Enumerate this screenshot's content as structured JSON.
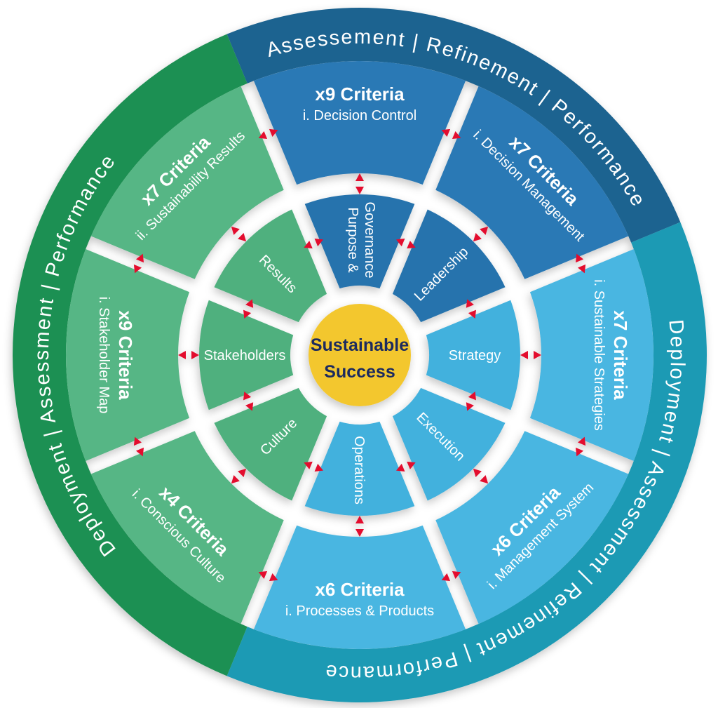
{
  "diagram_title": "Sustainable Success framework wheel",
  "center": {
    "line1": "Sustainable",
    "line2": "Success",
    "bg_color": "#f3c72f",
    "text_color": "#1c2b5e"
  },
  "colors": {
    "outer_blue": "#1d6390",
    "outer_teal": "#1d9ab4",
    "outer_green": "#1f9052",
    "mid_blue": "#2a79b5",
    "mid_light_blue": "#49b6e1",
    "mid_green": "#57b685",
    "inner_blue": "#2673ad",
    "inner_light_blue": "#43b1dd",
    "inner_green": "#4fb07e",
    "arrow_red": "#e30b2d",
    "gap_white": "#ffffff"
  },
  "outer_ring": [
    {
      "label": "Assessement | Refinement | Performance",
      "color_key": "outer_blue",
      "start": -22.5,
      "end": 67.5
    },
    {
      "label": "Deployment | Assessment | Refinement | Performance",
      "color_key": "outer_teal",
      "start": 67.5,
      "end": 202.5
    },
    {
      "label": "Deployment | Assessment | Performance",
      "color_key": "outer_green",
      "start": 202.5,
      "end": 337.5
    }
  ],
  "middle_ring": [
    {
      "angle": 0,
      "line1": "x9 Criteria",
      "line2": "i. Decision Control",
      "color_key": "mid_blue"
    },
    {
      "angle": 45,
      "line1": "x7 Criteria",
      "line2": "i. Decision Management",
      "color_key": "mid_blue"
    },
    {
      "angle": 90,
      "line1": "x7 Criteria",
      "line2": "i. Sustainable Strategies",
      "color_key": "mid_light_blue"
    },
    {
      "angle": 135,
      "line1": "x6 Criteria",
      "line2": "i. Management System",
      "color_key": "mid_light_blue"
    },
    {
      "angle": 180,
      "line1": "x6 Criteria",
      "line2": "i. Processes & Products",
      "color_key": "mid_light_blue"
    },
    {
      "angle": 225,
      "line1": "x4 Criteria",
      "line2": "i. Conscious Culture",
      "color_key": "mid_green"
    },
    {
      "angle": 270,
      "line1": "x9 Criteria",
      "line2": "i. Stakeholder Map",
      "color_key": "mid_green"
    },
    {
      "angle": 315,
      "line1": "x7 Criteria",
      "line2": "ii. Sustainability Results",
      "color_key": "mid_green"
    }
  ],
  "inner_ring": [
    {
      "angle": 0,
      "lines": [
        "Purpose &",
        "Governance"
      ],
      "reverse_stack": true,
      "color_key": "inner_blue"
    },
    {
      "angle": 45,
      "lines": [
        "Leadership"
      ],
      "color_key": "inner_blue"
    },
    {
      "angle": 90,
      "lines": [
        "Strategy"
      ],
      "color_key": "inner_light_blue"
    },
    {
      "angle": 135,
      "lines": [
        "Execution"
      ],
      "color_key": "inner_light_blue"
    },
    {
      "angle": 180,
      "lines": [
        "Operations"
      ],
      "color_key": "inner_light_blue"
    },
    {
      "angle": 225,
      "lines": [
        "Culture"
      ],
      "color_key": "inner_green"
    },
    {
      "angle": 270,
      "lines": [
        "Stakeholders"
      ],
      "color_key": "inner_green"
    },
    {
      "angle": 315,
      "lines": [
        "Results"
      ],
      "color_key": "inner_green"
    }
  ],
  "arrows": {
    "ring_gap_angles": [
      0,
      45,
      90,
      135,
      180,
      225,
      270,
      315
    ],
    "boundary_angles": [
      22.5,
      67.5,
      112.5,
      157.5,
      202.5,
      247.5,
      292.5,
      337.5
    ]
  }
}
